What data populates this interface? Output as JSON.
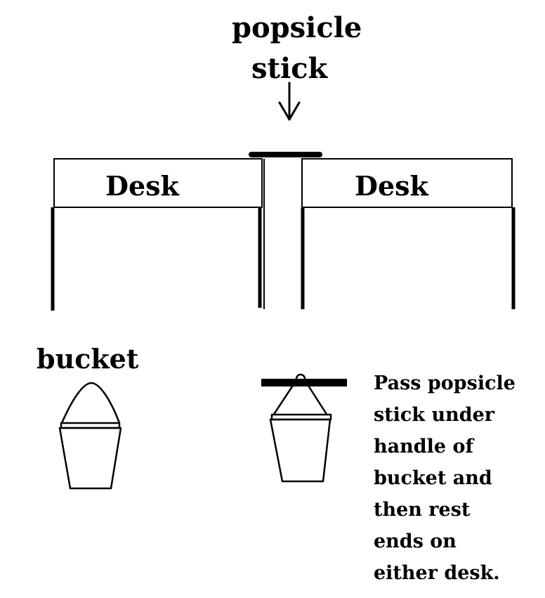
{
  "labels": {
    "popsicle_line_1": "popsicle",
    "popsicle_line_2": "stick",
    "desk_left": "Desk",
    "desk_right": "Desk",
    "bucket": "bucket"
  },
  "instructions": {
    "lines": [
      "Pass popsicle",
      "stick under",
      "handle of",
      "bucket and",
      "then rest",
      "ends on",
      "either desk."
    ]
  },
  "icons": {
    "pointer": "down-arrow-icon",
    "bucket": "bucket-icon"
  },
  "colors": {
    "line": "#000000",
    "background": "#ffffff"
  }
}
